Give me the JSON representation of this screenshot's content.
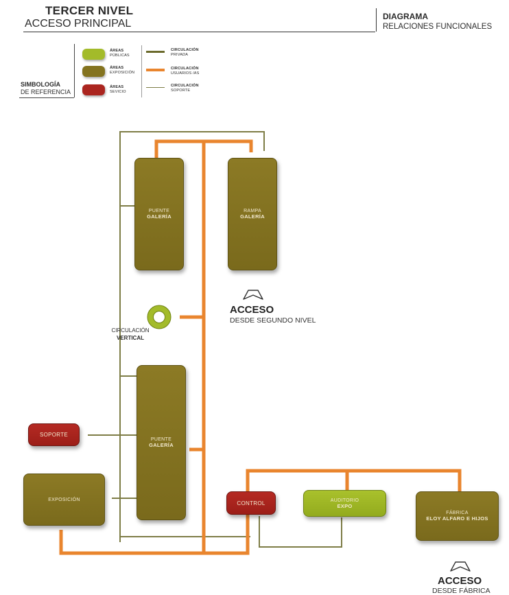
{
  "header": {
    "title": "TERCER NIVEL",
    "subtitle": "ACCESO PRINCIPAL",
    "right_title": "DIAGRAMA",
    "right_subtitle": "RELACIONES FUNCIONALES"
  },
  "legend": {
    "heading": "SIMBOLOGÍA",
    "subheading": "DE REFERENCIA",
    "areas": [
      {
        "bold": "ÁREAS",
        "text": "PÚBLICAS",
        "color": "#a3bb2a"
      },
      {
        "bold": "ÁREAS",
        "text": "EXPOSICIÓN",
        "color": "#84731f"
      },
      {
        "bold": "ÁREAS",
        "text": "SEVICIO",
        "color": "#ab251f"
      }
    ],
    "lines": [
      {
        "bold": "CIRCULACIÓN",
        "text": "PRIVADA",
        "color": "#6b6a2c"
      },
      {
        "bold": "CIRCULACIÓN",
        "text": "USUARIOS /AS",
        "color": "#e9852e"
      },
      {
        "bold": "CIRCULACIÓN",
        "text": "SOPORTE",
        "color": "#7d7c45"
      }
    ]
  },
  "blocks": {
    "puente_top": {
      "line1": "PUENTE",
      "line2": "GALERÍA"
    },
    "rampa": {
      "line1": "RAMPA",
      "line2": "GALERÍA"
    },
    "puente_bottom": {
      "line1": "PUENTE",
      "line2": "GALERÍA"
    },
    "soporte": {
      "line1": "SOPORTE"
    },
    "exposicion": {
      "line1": "EXPOSICIÓN"
    },
    "control": {
      "line1": "CONTROL"
    },
    "auditorio": {
      "line1": "AUDITORIO",
      "line2": "EXPO"
    },
    "fabrica": {
      "line1": "FÁBRICA",
      "line2": "ELOY ALFARO E HIJOS"
    }
  },
  "circulacion_vertical": {
    "line1": "CIRCULACIÓN",
    "line2": "VERTICAL"
  },
  "accesos": {
    "segundo": {
      "title": "ACCESO",
      "sub": "DESDE SEGUNDO NIVEL"
    },
    "fabrica": {
      "title": "ACCESO",
      "sub": "DESDE FÁBRICA"
    }
  },
  "colors": {
    "orange": "#e9852e",
    "thin_line": "#7d7c45",
    "olive": "#84731f",
    "red": "#ab251f",
    "green": "#a3bb2a"
  }
}
